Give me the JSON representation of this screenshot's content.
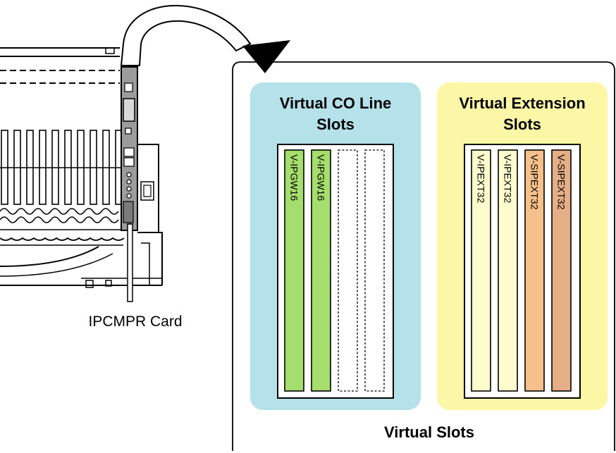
{
  "callout": {
    "label": "IPCMPR Card"
  },
  "virtual_slots": {
    "title": "Virtual Slots",
    "co_line": {
      "title_line1": "Virtual CO Line",
      "title_line2": "Slots",
      "bg_color": "#b5e2ea",
      "slots": [
        {
          "label": "V-IPGW16",
          "color": "#a6de6e",
          "filled": true
        },
        {
          "label": "V-IPGW16",
          "color": "#a6de6e",
          "filled": true
        },
        {
          "label": "",
          "color": "#ffffff",
          "filled": false
        },
        {
          "label": "",
          "color": "#ffffff",
          "filled": false
        }
      ]
    },
    "extension": {
      "title_line1": "Virtual Extension",
      "title_line2": "Slots",
      "bg_color": "#fbf7a6",
      "slots": [
        {
          "label": "V-IPEXT32",
          "color": "#fdfccc",
          "filled": true
        },
        {
          "label": "V-IPEXT32",
          "color": "#fdfccc",
          "filled": true
        },
        {
          "label": "V-SIPEXT32",
          "color": "#f6c08b",
          "filled": true
        },
        {
          "label": "V-SIPEXT32",
          "color": "#e6ae86",
          "filled": true
        }
      ]
    }
  }
}
